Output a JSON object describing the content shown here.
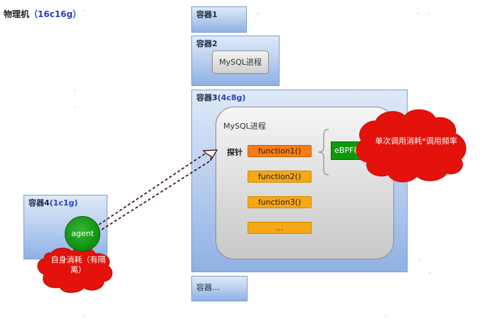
{
  "host_label": "物理机",
  "host_spec": "（16c16g）",
  "containers": {
    "c1": {
      "label": "容器1"
    },
    "c2": {
      "label": "容器2",
      "process": "MySQL进程"
    },
    "c3": {
      "label_prefix": "容器3",
      "label_spec": "(4c8g)"
    },
    "c4": {
      "label_prefix": "容器4",
      "label_spec": "(1c1g)"
    },
    "cn": {
      "label": "容器..."
    }
  },
  "mysql_process": {
    "title": "MySQL进程",
    "probe_label": "探针",
    "functions": [
      "function1()",
      "function2()",
      "function3()",
      "..."
    ]
  },
  "ebpf": {
    "label": "eBPF程序"
  },
  "agent": {
    "label": "agent"
  },
  "clouds": {
    "cost_formula": "单次调用消耗*调用频率",
    "self_cost_line1": "自身消耗（有隔",
    "self_cost_line2": "离）"
  },
  "colors": {
    "container_fill_top": "#dfe9f8",
    "container_border": "#7b9fd3",
    "function_fill": "#f5a716",
    "function_active": "#f97d14",
    "ebpf_fill": "#0c9a0c",
    "agent_fill": "#0c8f0c",
    "cloud_fill": "#e3120b",
    "arrow": "#4a1a1a",
    "spec_highlight": "#2a3fbf"
  }
}
